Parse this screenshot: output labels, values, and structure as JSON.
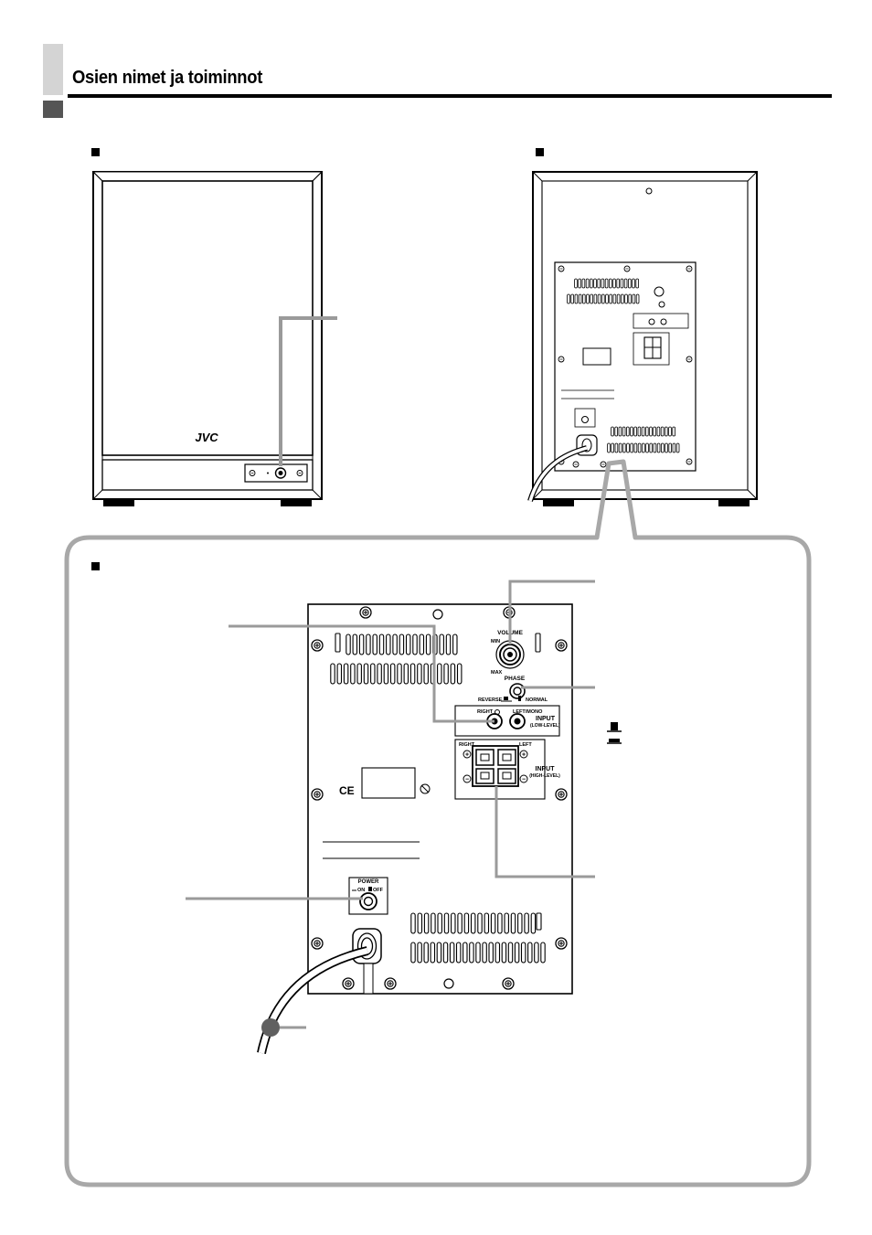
{
  "page": {
    "title": "Osien nimet ja toiminnot"
  },
  "brand": {
    "logo_text": "JVC"
  },
  "panel": {
    "volume": "VOLUME",
    "min": "MIN",
    "max": "MAX",
    "phase": "PHASE",
    "reverse": "REVERSE",
    "normal": "NORMAL",
    "right": "RIGHT",
    "left_mono": "LEFT/MONO",
    "input_low_1": "INPUT",
    "input_low_2": "(LOW-LEVEL)",
    "right_hi": "RIGHT",
    "left_hi": "LEFT",
    "input_high_1": "INPUT",
    "input_high_2": "(HIGH-LEVEL)",
    "power": "POWER",
    "on": "ON",
    "off": "OFF",
    "ce": "CE"
  },
  "colors": {
    "callout_line": "#9a9a9a",
    "outline": "#000000",
    "frame": "#a8a8a8"
  }
}
